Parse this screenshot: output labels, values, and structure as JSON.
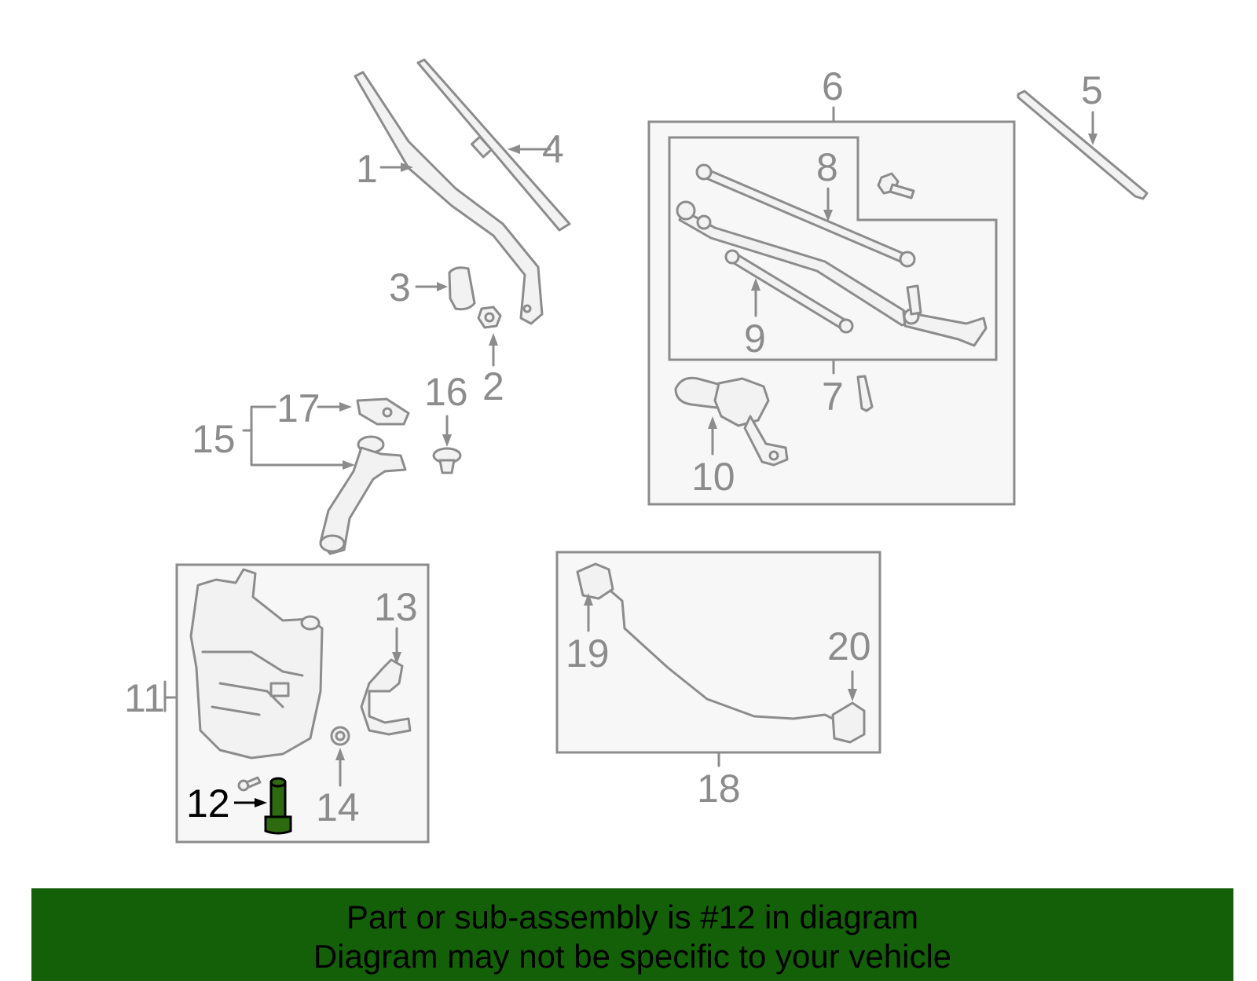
{
  "labels": {
    "p1": "1",
    "p2": "2",
    "p3": "3",
    "p4": "4",
    "p5": "5",
    "p6": "6",
    "p7": "7",
    "p8": "8",
    "p9": "9",
    "p10": "10",
    "p11": "11",
    "p12": "12",
    "p13": "13",
    "p14": "14",
    "p15": "15",
    "p16": "16",
    "p17": "17",
    "p18": "18",
    "p19": "19",
    "p20": "20"
  },
  "highlight_part": "12",
  "colors": {
    "highlight_fill": "#2d6a10",
    "banner_bg": "#136008",
    "line_gray": "#8c8c8c"
  },
  "banner": {
    "line1": "Part or sub-assembly is #12 in diagram",
    "line2": "Diagram may not be specific to your vehicle"
  }
}
